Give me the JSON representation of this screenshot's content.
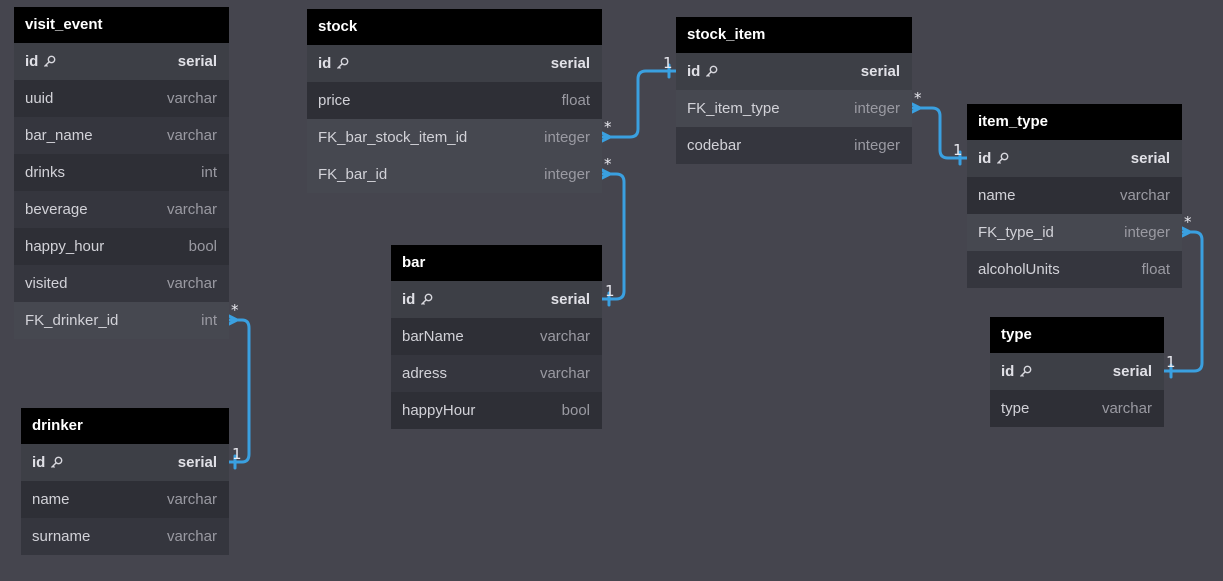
{
  "colors": {
    "background": "#45454e",
    "link": "#3aa0e0",
    "header": "#000000"
  },
  "tables": {
    "visit_event": {
      "title": "visit_event",
      "fields": [
        {
          "name": "id",
          "type": "serial"
        },
        {
          "name": "uuid",
          "type": "varchar"
        },
        {
          "name": "bar_name",
          "type": "varchar"
        },
        {
          "name": "drinks",
          "type": "int"
        },
        {
          "name": "beverage",
          "type": "varchar"
        },
        {
          "name": "happy_hour",
          "type": "bool"
        },
        {
          "name": "visited",
          "type": "varchar"
        },
        {
          "name": "FK_drinker_id",
          "type": "int"
        }
      ]
    },
    "drinker": {
      "title": "drinker",
      "fields": [
        {
          "name": "id",
          "type": "serial"
        },
        {
          "name": "name",
          "type": "varchar"
        },
        {
          "name": "surname",
          "type": "varchar"
        }
      ]
    },
    "stock": {
      "title": "stock",
      "fields": [
        {
          "name": "id",
          "type": "serial"
        },
        {
          "name": "price",
          "type": "float"
        },
        {
          "name": "FK_bar_stock_item_id",
          "type": "integer"
        },
        {
          "name": "FK_bar_id",
          "type": "integer"
        }
      ]
    },
    "bar": {
      "title": "bar",
      "fields": [
        {
          "name": "id",
          "type": "serial"
        },
        {
          "name": "barName",
          "type": "varchar"
        },
        {
          "name": "adress",
          "type": "varchar"
        },
        {
          "name": "happyHour",
          "type": "bool"
        }
      ]
    },
    "stock_item": {
      "title": "stock_item",
      "fields": [
        {
          "name": "id",
          "type": "serial"
        },
        {
          "name": "FK_item_type",
          "type": "integer"
        },
        {
          "name": "codebar",
          "type": "integer"
        }
      ]
    },
    "item_type": {
      "title": "item_type",
      "fields": [
        {
          "name": "id",
          "type": "serial"
        },
        {
          "name": "name",
          "type": "varchar"
        },
        {
          "name": "FK_type_id",
          "type": "integer"
        },
        {
          "name": "alcoholUnits",
          "type": "float"
        }
      ]
    },
    "type": {
      "title": "type",
      "fields": [
        {
          "name": "id",
          "type": "serial"
        },
        {
          "name": "type",
          "type": "varchar"
        }
      ]
    }
  },
  "relationships": [
    {
      "from": "visit_event.FK_drinker_id",
      "to": "drinker.id",
      "from_card": "*",
      "to_card": "1"
    },
    {
      "from": "stock.FK_bar_stock_item_id",
      "to": "stock_item.id",
      "from_card": "*",
      "to_card": "1"
    },
    {
      "from": "stock.FK_bar_id",
      "to": "bar.id",
      "from_card": "*",
      "to_card": "1"
    },
    {
      "from": "stock_item.FK_item_type",
      "to": "item_type.id",
      "from_card": "*",
      "to_card": "1"
    },
    {
      "from": "item_type.FK_type_id",
      "to": "type.id",
      "from_card": "*",
      "to_card": "1"
    }
  ]
}
